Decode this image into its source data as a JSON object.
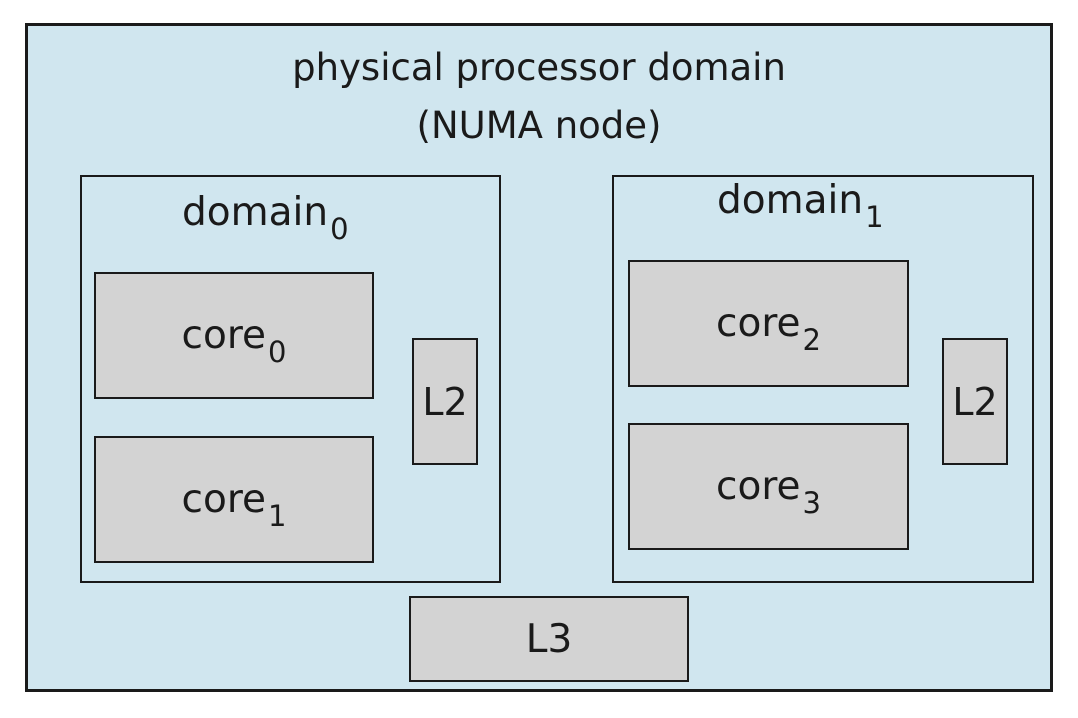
{
  "diagram": {
    "title_line1": "physical processor domain",
    "title_line2": "(NUMA node)",
    "domains": [
      {
        "label": "domain",
        "subscript": "0",
        "cores": [
          {
            "label": "core",
            "subscript": "0"
          },
          {
            "label": "core",
            "subscript": "1"
          }
        ],
        "cache": "L2"
      },
      {
        "label": "domain",
        "subscript": "1",
        "cores": [
          {
            "label": "core",
            "subscript": "2"
          },
          {
            "label": "core",
            "subscript": "3"
          }
        ],
        "cache": "L2"
      }
    ],
    "shared_cache": "L3"
  }
}
